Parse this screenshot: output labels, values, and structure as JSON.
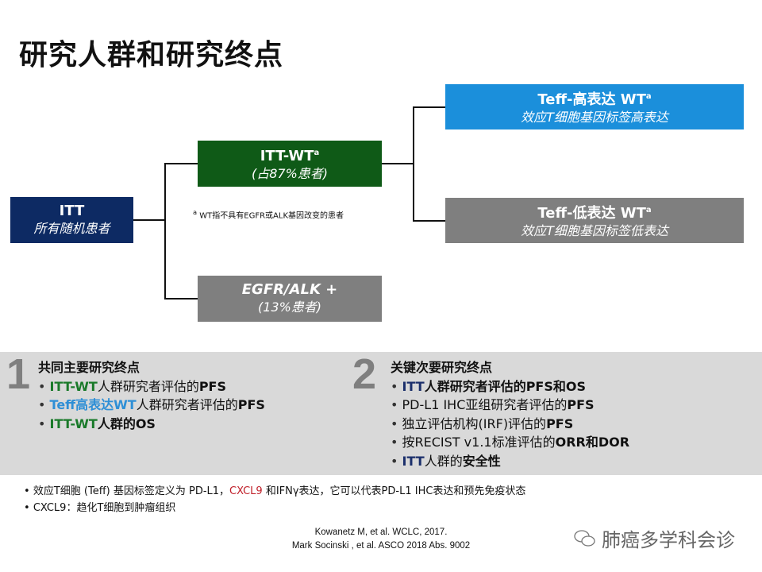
{
  "title": "研究人群和研究终点",
  "boxes": {
    "itt": {
      "title": "ITT",
      "sub": "所有随机患者",
      "color": "#0d2a63"
    },
    "itt_wt": {
      "title": "ITT-WT",
      "sup": "a",
      "sub": "(占87%患者)",
      "color": "#0f5a17"
    },
    "egfr": {
      "title": "EGFR/ALK +",
      "sub": "(13%患者)",
      "color": "#7f7f7f"
    },
    "teff_high": {
      "title": "Teff-高表达 WT",
      "sup": "a",
      "sub": "效应T细胞基因标签高表达",
      "color": "#1b8fdb"
    },
    "teff_low": {
      "title": "Teff-低表达 WT",
      "sup": "a",
      "sub": "效应T细胞基因标签低表达",
      "color": "#7f7f7f"
    }
  },
  "footnote": {
    "sup": "a",
    "text": "WT指不具有EGFR或ALK基因改变的患者"
  },
  "primary": {
    "num": "1",
    "heading": "共同主要研究终点",
    "items": [
      [
        "ITT-WT",
        "人群研究者评估的",
        "PFS"
      ],
      [
        "Teff高表达WT",
        "人群研究者评估的",
        "PFS"
      ],
      [
        "ITT-WT",
        "人群的OS"
      ]
    ]
  },
  "secondary": {
    "num": "2",
    "heading": "关键次要研究终点",
    "items": [
      [
        "ITT",
        "人群研究者评估的PFS和OS"
      ],
      [
        "PD-L1 IHC亚组研究者评估的",
        "PFS"
      ],
      [
        "独立评估机构(IRF)评估的",
        "PFS"
      ],
      [
        "按RECIST v1.1标准评估的",
        "ORR和DOR"
      ],
      [
        "ITT",
        "人群的",
        "安全性"
      ]
    ]
  },
  "notes": [
    [
      "效应T细胞 (Teff) 基因标签定义为 PD-L1，",
      "CXCL9",
      " 和IFNγ表达，它可以代表PD-L1 IHC表达和预先免疫状态"
    ],
    [
      "CXCL9：趋化T细胞到肿瘤组织"
    ]
  ],
  "refs": [
    "Kowanetz M, et al. WCLC, 2017.",
    "Mark Socinski , et al.  ASCO 2018 Abs. 9002"
  ],
  "watermark": "肺癌多学科会诊"
}
